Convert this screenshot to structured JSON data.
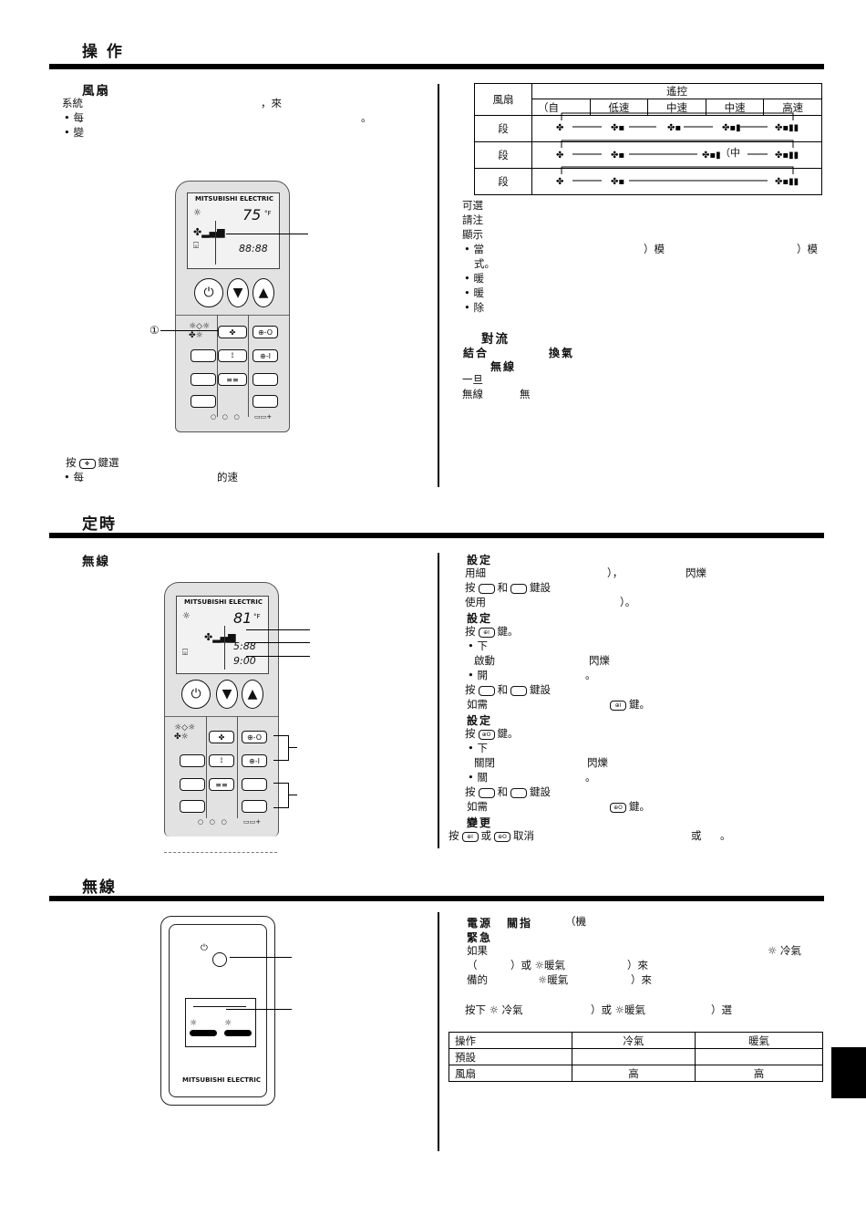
{
  "section1": {
    "title": "操 作",
    "fan_heading": "風扇",
    "intro_lines": [
      "系統",
      "，來",
      "• 每",
      "。",
      "• 變"
    ],
    "step_note": [
      "按",
      "鍵選",
      "• 每",
      "的速"
    ],
    "callout_1": "①",
    "table": {
      "header_top": "遙控",
      "row_label_header": "風扇",
      "cols": [
        "（自",
        "低速",
        "中速",
        "中速",
        "高速"
      ],
      "rows": [
        "段",
        "段",
        "段"
      ],
      "mid_note": "（中"
    },
    "notes": [
      "可選",
      "請注",
      "顯示",
      "• 當",
      "）模",
      "）模",
      "式。",
      "• 暖",
      "• 暖",
      "• 除"
    ],
    "convection_heading": "對流",
    "convection_line1a": "結合",
    "convection_line1b": "換氣",
    "wireless_subheading": "無線",
    "convection_tail": [
      "一旦",
      "無線",
      "無"
    ]
  },
  "section2": {
    "title": "定時",
    "subheading": "無線",
    "right": {
      "h_set1": "設定",
      "l1a": "用細",
      "l1b": "），",
      "l1c": "閃爍",
      "l2a": "按",
      "l2b": "和",
      "l2c": "鍵設",
      "l3a": "使用",
      "l3b": "）。",
      "h_set2": "設定",
      "l4a": "按",
      "l4b": "鍵。",
      "l5": "• 下",
      "l6a": "啟動",
      "l6b": "閃爍",
      "l7a": "• 開",
      "l7b": "。",
      "l8a": "按",
      "l8b": "和",
      "l8c": "鍵設",
      "l9a": "如需",
      "l9b": "鍵。",
      "h_set3": "設定",
      "l10a": "按",
      "l10b": "鍵。",
      "l11": "• 下",
      "l12a": "關閉",
      "l12b": "閃爍",
      "l13a": "• 關",
      "l13b": "。",
      "l14a": "按",
      "l14b": "和",
      "l14c": "鍵設",
      "l15a": "如需",
      "l15b": "鍵。",
      "h_change": "變更",
      "l16a": "按",
      "l16b": "或",
      "l16c": "取消",
      "l16d": "或",
      "l16e": "。"
    }
  },
  "section3": {
    "title": "無線",
    "right": {
      "h_power_a": "電源",
      "h_power_b": "關指",
      "h_power_c": "（機",
      "h_emergency": "緊急",
      "l1a": "如果",
      "l1b": "冷氣",
      "l2a": "（",
      "l2b": "）或",
      "l2c": "暖氣",
      "l2d": "）來",
      "l3a": "備的",
      "l3b": "暖氣",
      "l3c": "）來",
      "l4a": "按下",
      "l4b": "冷氣",
      "l4c": "）或",
      "l4d": "暖氣",
      "l4e": "）選"
    },
    "table": {
      "rows": [
        [
          "操作",
          "冷氣",
          "暖氣"
        ],
        [
          "預設",
          "",
          ""
        ],
        [
          "風扇",
          "高",
          "高"
        ]
      ]
    },
    "brand": "MITSUBISHI ELECTRIC"
  },
  "remote": {
    "brand": "MITSUBISHI ELECTRIC",
    "temp1": "75",
    "unit1": "°F",
    "clock1": "88:88",
    "temp2": "81",
    "unit2": "°F",
    "clock2a": "5:88",
    "clock2b": "9:00",
    "power_symbol": "⏻",
    "down": "▼",
    "up": "▲"
  },
  "colors": {
    "ink": "#111111",
    "remote_body": "#e2e2e2"
  }
}
